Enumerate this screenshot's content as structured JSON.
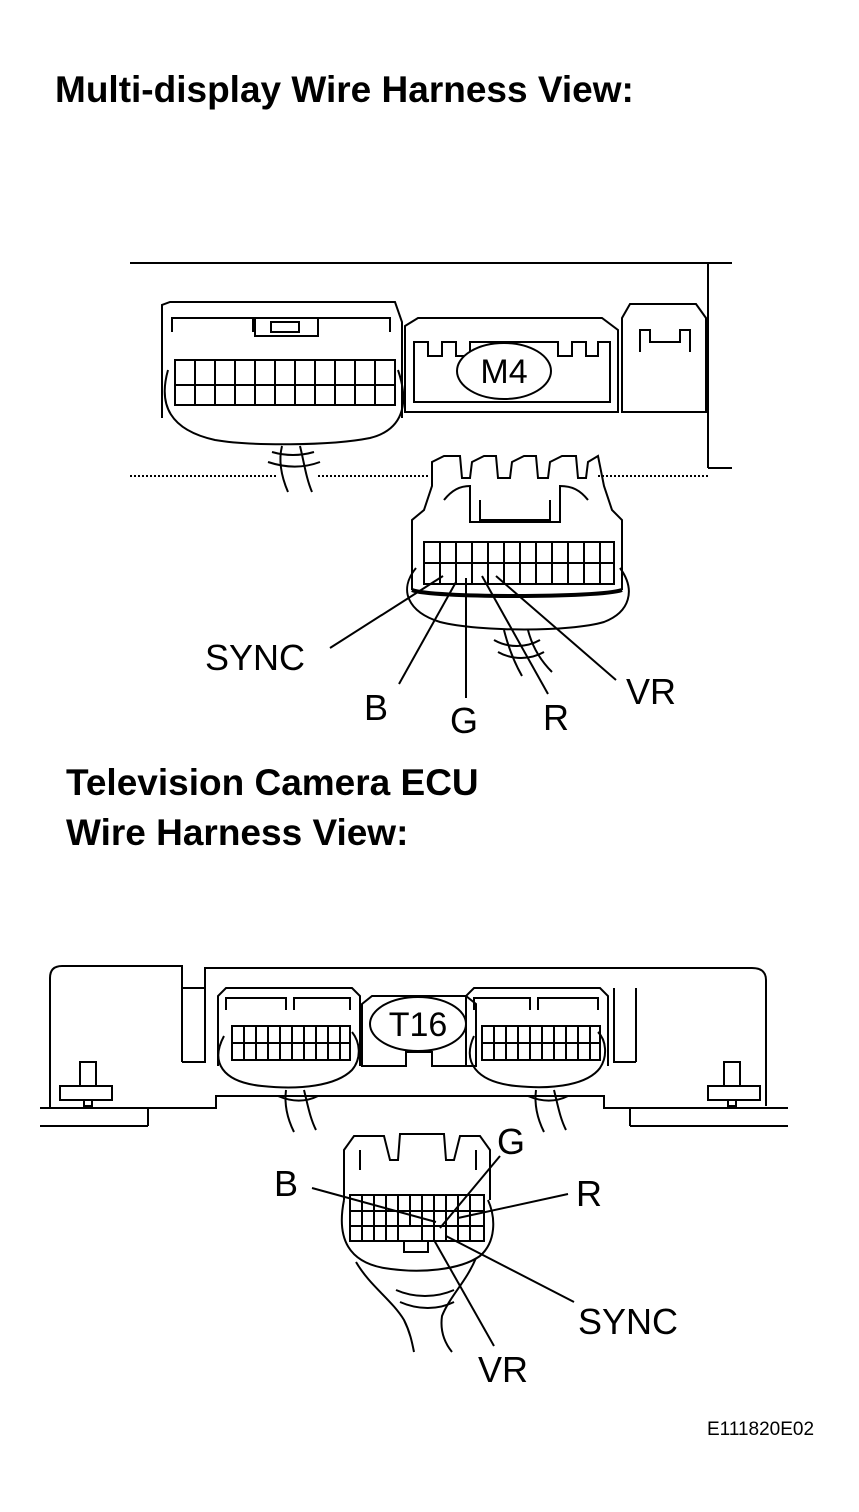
{
  "multi_display": {
    "title": "Multi-display Wire Harness View:",
    "connector_id": "M4",
    "pins": {
      "sync": "SYNC",
      "b": "B",
      "g": "G",
      "r": "R",
      "vr": "VR"
    }
  },
  "camera_ecu": {
    "title_line1": "Television Camera  ECU",
    "title_line2": "Wire Harness View:",
    "connector_id": "T16",
    "pins": {
      "b": "B",
      "g": "G",
      "r": "R",
      "sync": "SYNC",
      "vr": "VR"
    }
  },
  "figure_code": "E111820E02"
}
